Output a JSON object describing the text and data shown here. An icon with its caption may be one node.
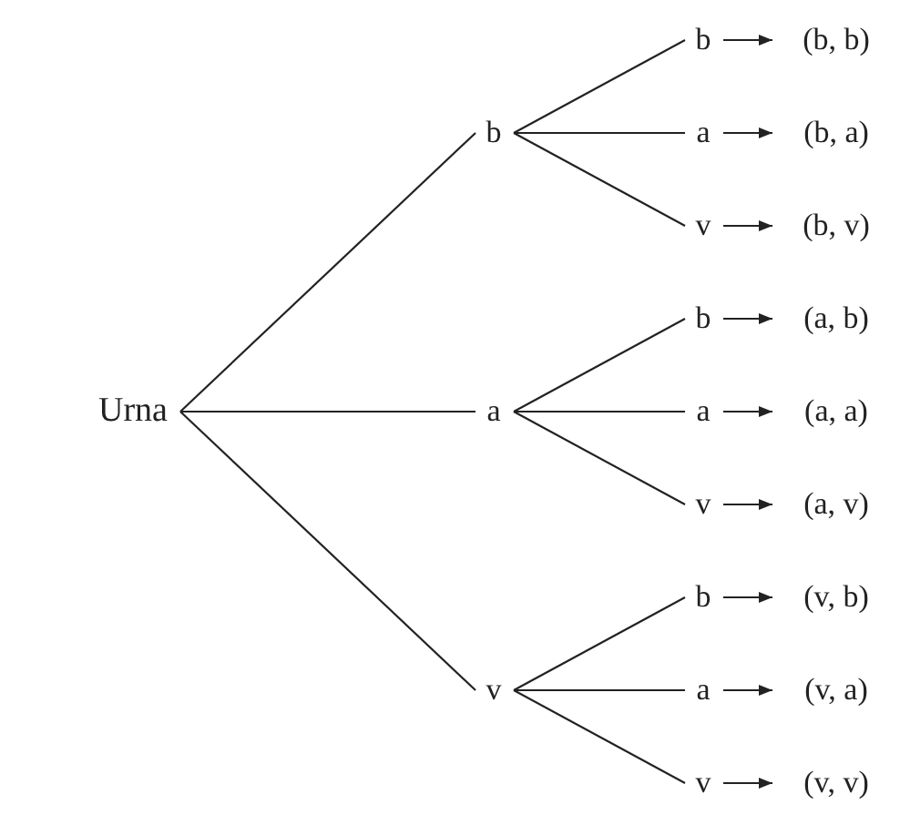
{
  "diagram": {
    "nodes": [
      {
        "text": [
          "Urna"
        ]
      },
      {
        "text": [
          "b"
        ]
      },
      {
        "text": [
          "b"
        ]
      },
      {
        "text": [
          "(b, b)"
        ]
      },
      {
        "text": [
          "a"
        ]
      },
      {
        "text": [
          "(b, a)"
        ]
      },
      {
        "text": [
          "v"
        ]
      },
      {
        "text": [
          "(b, v)"
        ]
      },
      {
        "text": [
          "a"
        ]
      },
      {
        "text": [
          "b"
        ]
      },
      {
        "text": [
          "(a, b)"
        ]
      },
      {
        "text": [
          "a"
        ]
      },
      {
        "text": [
          "(a, a)"
        ]
      },
      {
        "text": [
          "v"
        ]
      },
      {
        "text": [
          "(a, v)"
        ]
      },
      {
        "text": [
          "v"
        ]
      },
      {
        "text": [
          "b"
        ]
      },
      {
        "text": [
          "(v, b)"
        ]
      },
      {
        "text": [
          "a"
        ]
      },
      {
        "text": [
          "(v, a)"
        ]
      },
      {
        "text": [
          "v"
        ]
      },
      {
        "text": [
          "(v, v)"
        ]
      }
    ],
    "edges": [
      {
        "from": 0,
        "to": 1,
        "arrow": "none"
      },
      {
        "from": 0,
        "to": 8,
        "arrow": "none"
      },
      {
        "from": 0,
        "to": 15,
        "arrow": "none"
      },
      {
        "from": 1,
        "to": 2,
        "arrow": "none"
      },
      {
        "from": 1,
        "to": 4,
        "arrow": "none"
      },
      {
        "from": 1,
        "to": 6,
        "arrow": "none"
      },
      {
        "from": 2,
        "to": 3,
        "arrow": "to"
      },
      {
        "from": 4,
        "to": 5,
        "arrow": "to"
      },
      {
        "from": 6,
        "to": 7,
        "arrow": "to"
      },
      {
        "from": 8,
        "to": 9,
        "arrow": "none"
      },
      {
        "from": 8,
        "to": 11,
        "arrow": "none"
      },
      {
        "from": 8,
        "to": 13,
        "arrow": "none"
      },
      {
        "from": 9,
        "to": 10,
        "arrow": "to"
      },
      {
        "from": 11,
        "to": 12,
        "arrow": "to"
      },
      {
        "from": 13,
        "to": 14,
        "arrow": "to"
      },
      {
        "from": 15,
        "to": 16,
        "arrow": "none"
      },
      {
        "from": 15,
        "to": 18,
        "arrow": "none"
      },
      {
        "from": 15,
        "to": 20,
        "arrow": "none"
      },
      {
        "from": 16,
        "to": 17,
        "arrow": "to"
      },
      {
        "from": 18,
        "to": 19,
        "arrow": "to"
      },
      {
        "from": 20,
        "to": 21,
        "arrow": "to"
      }
    ]
  }
}
